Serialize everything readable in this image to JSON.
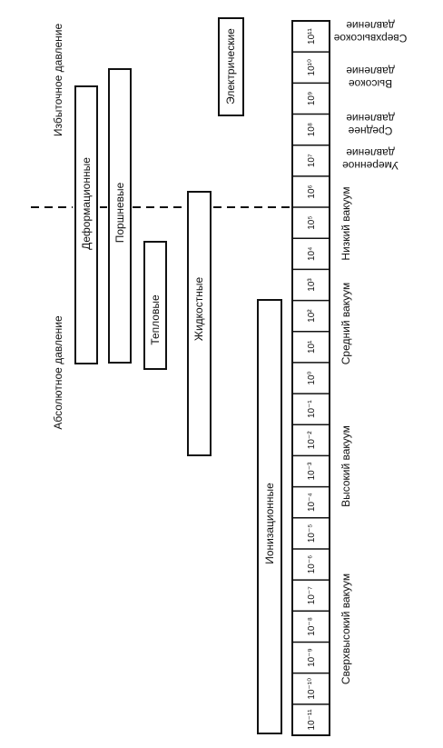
{
  "diagram": {
    "instruments": [
      {
        "name": "Деформационные"
      },
      {
        "name": "Поршневые"
      },
      {
        "name": "Тепловые"
      },
      {
        "name": "Жидкостные"
      },
      {
        "name": "Ионизационные"
      },
      {
        "name": "Электрические"
      }
    ],
    "left_labels": {
      "absolute": "Абсолютное давление",
      "gauge": "Избыточное давление"
    },
    "scale_cells": [
      {
        "label": "10⁻¹¹"
      },
      {
        "label": "10⁻¹⁰"
      },
      {
        "label": "10⁻⁹"
      },
      {
        "label": "10⁻⁸"
      },
      {
        "label": "10⁻⁷"
      },
      {
        "label": "10⁻⁶"
      },
      {
        "label": "10⁻⁵"
      },
      {
        "label": "10⁻⁴"
      },
      {
        "label": "10⁻³"
      },
      {
        "label": "10⁻²"
      },
      {
        "label": "10⁻¹"
      },
      {
        "label": "10⁰"
      },
      {
        "label": "10¹"
      },
      {
        "label": "10²"
      },
      {
        "label": "10³"
      },
      {
        "label": "10⁴"
      },
      {
        "label": "10⁵"
      },
      {
        "label": "10⁶"
      },
      {
        "label": "10⁷"
      },
      {
        "label": "10⁸"
      },
      {
        "label": "10⁹"
      },
      {
        "label": "10¹⁰"
      },
      {
        "label": "10¹¹"
      }
    ],
    "vacuum_ranges": [
      {
        "name": "Сверхвысокий вакуум"
      },
      {
        "name": "Высокий вакуум"
      },
      {
        "name": "Средний вакуум"
      },
      {
        "name": "Низкий вакуум"
      }
    ],
    "pressure_ranges": [
      {
        "line1": "Умеренное",
        "line2": "давление"
      },
      {
        "line1": "Среднее",
        "line2": "давление"
      },
      {
        "line1": "Высокое",
        "line2": "давление"
      },
      {
        "line1": "Сверхвысокое",
        "line2": "давление"
      }
    ]
  }
}
